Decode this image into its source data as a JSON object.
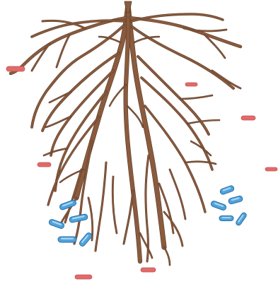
{
  "diagram": {
    "elements": [
      "root-system",
      "soil-particles",
      "bacteria-cluster-left",
      "bacteria-cluster-right"
    ]
  },
  "colors": {
    "background": "#ffffff",
    "root_fill": "#8a5b3e",
    "root_outline": "#5c3a26",
    "soil_particle": "#e06b6b",
    "soil_particle_outline": "#c9504f",
    "bacteria_fill": "#4fa3dc",
    "bacteria_outline": "#2c6fa3",
    "bacteria_highlight": "#bfe2f7"
  }
}
